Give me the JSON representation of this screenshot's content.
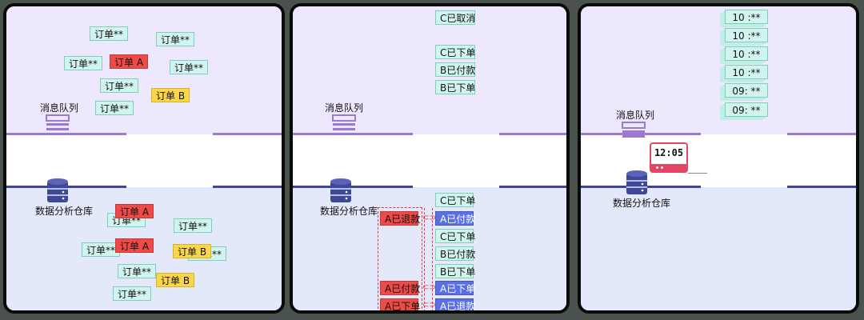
{
  "panel1": {
    "queue_label": "消息队列",
    "db_label": "数据分析仓库",
    "top_tags": [
      {
        "text": "订单**",
        "style": "normal"
      },
      {
        "text": "订单**",
        "style": "normal"
      },
      {
        "text": "订单**",
        "style": "normal"
      },
      {
        "text": "订单 A",
        "style": "red"
      },
      {
        "text": "订单**",
        "style": "normal"
      },
      {
        "text": "订单**",
        "style": "normal"
      },
      {
        "text": "订单 B",
        "style": "yellow"
      },
      {
        "text": "订单**",
        "style": "normal"
      }
    ],
    "bottom_tags": [
      {
        "text": "订单**",
        "style": "normal"
      },
      {
        "text": "订单 A",
        "style": "red"
      },
      {
        "text": "订单**",
        "style": "normal"
      },
      {
        "text": "订单**",
        "style": "normal"
      },
      {
        "text": "订单 A",
        "style": "red"
      },
      {
        "text": "订单**",
        "style": "normal"
      },
      {
        "text": "订单 B",
        "style": "yellow"
      },
      {
        "text": "订单**",
        "style": "normal"
      },
      {
        "text": "订单 B",
        "style": "yellow"
      },
      {
        "text": "订单**",
        "style": "normal"
      }
    ]
  },
  "panel2": {
    "queue_label": "消息队列",
    "db_label": "数据分析仓库",
    "queue_tags": [
      "C已取消",
      "C已下单",
      "B已付款",
      "B已下单"
    ],
    "left_col": [
      "A已退款",
      "A已付款",
      "A已下单"
    ],
    "right_col": [
      {
        "text": "C已下单",
        "style": "normal"
      },
      {
        "text": "A已付款",
        "style": "blue"
      },
      {
        "text": "C已下单",
        "style": "normal"
      },
      {
        "text": "B已付款",
        "style": "normal"
      },
      {
        "text": "B已下单",
        "style": "normal"
      },
      {
        "text": "A已下单",
        "style": "blue"
      },
      {
        "text": "A已退款",
        "style": "blue"
      }
    ],
    "connector_glyph": "⊂⊃"
  },
  "panel3": {
    "queue_label": "消息队列",
    "db_label": "数据分析仓库",
    "stack_tags": [
      "10 :**",
      "10 :**",
      "10 :**",
      "10 :**",
      "09: **",
      "09: **"
    ],
    "clock_time": "12:05"
  },
  "colors": {
    "top_zone": "#ede8fd",
    "bottom_zone": "#e4e8fb",
    "queue_purple": "#9a7bd0",
    "db_navy": "#3e4896",
    "tag_teal": "#d2f4ee",
    "tag_red": "#ee4a48",
    "tag_yellow": "#fbd64a",
    "tag_blue": "#5a6fe2",
    "alert_pink": "#e34664"
  },
  "icons": [
    "queue-icon",
    "database-icon",
    "clock-icon"
  ]
}
